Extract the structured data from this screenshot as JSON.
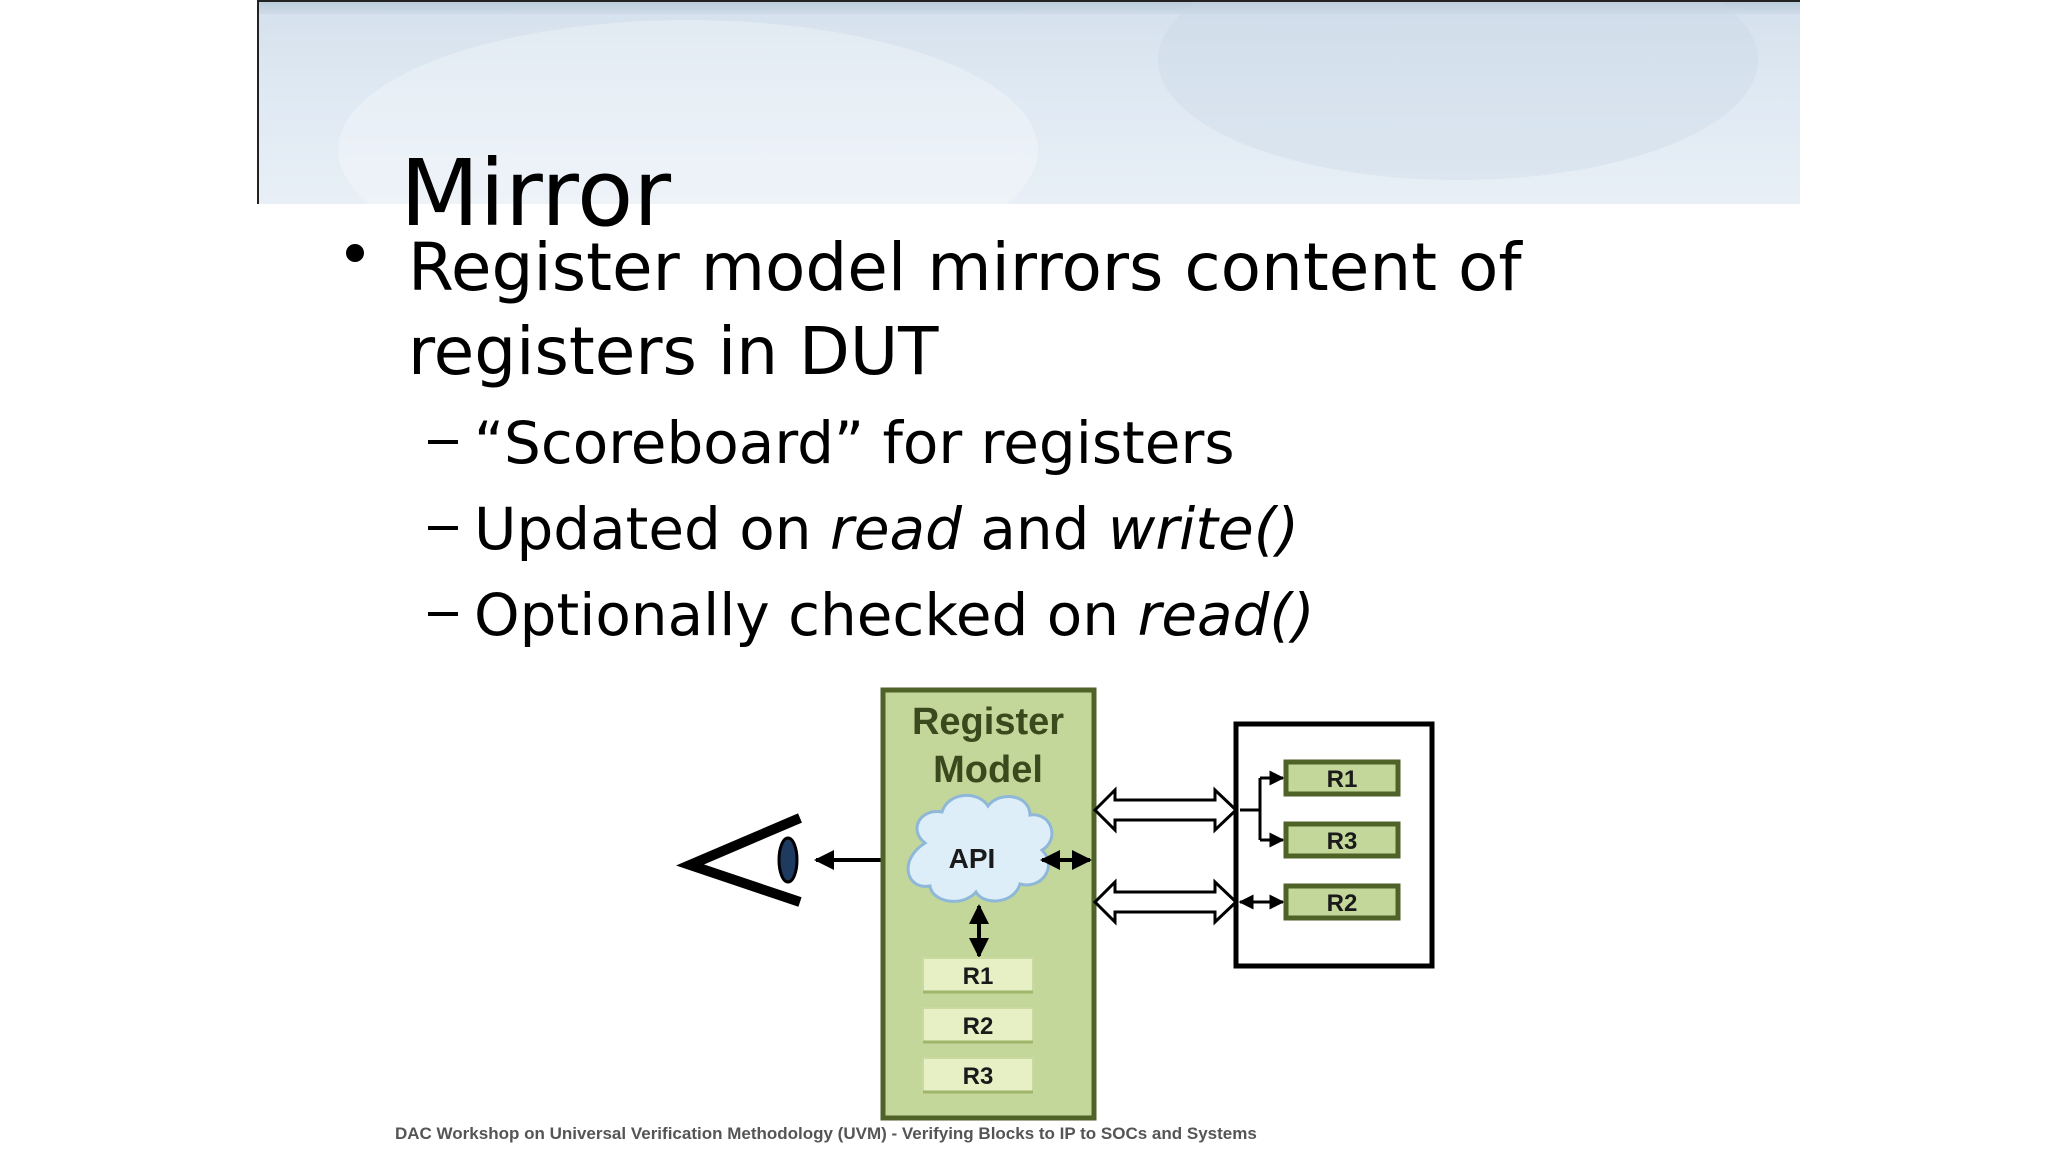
{
  "slide": {
    "title": "Mirror",
    "bullet": "Register model mirrors content of registers in DUT",
    "bullet_line1": "Register model mirrors content of",
    "bullet_line2": "registers in DUT",
    "sub_items": [
      {
        "parts": [
          {
            "text": "“Scoreboard” for registers",
            "italic": false
          }
        ]
      },
      {
        "parts": [
          {
            "text": "Updated on ",
            "italic": false
          },
          {
            "text": "read",
            "italic": true
          },
          {
            "text": " and ",
            "italic": false
          },
          {
            "text": "write()",
            "italic": true
          }
        ]
      },
      {
        "parts": [
          {
            "text": "Optionally checked on ",
            "italic": false
          },
          {
            "text": "read()",
            "italic": true
          }
        ]
      }
    ],
    "footer": "DAC Workshop on Universal Verification Methodology (UVM) - Verifying Blocks to IP to SOCs and Systems"
  },
  "diagram": {
    "model_title_line1": "Register",
    "model_title_line2": "Model",
    "api_label": "API",
    "model_registers": [
      "R1",
      "R2",
      "R3"
    ],
    "dut_registers": [
      "R1",
      "R3",
      "R2"
    ],
    "colors": {
      "model_fill": "#c4d79b",
      "model_border": "#4f6228",
      "model_text": "#3a4a1c",
      "api_fill": "#ddeef8",
      "reg_fill": "#e6f0c4",
      "dut_reg_fill": "#c4d79b",
      "eye_iris": "#1f3a5f"
    }
  }
}
